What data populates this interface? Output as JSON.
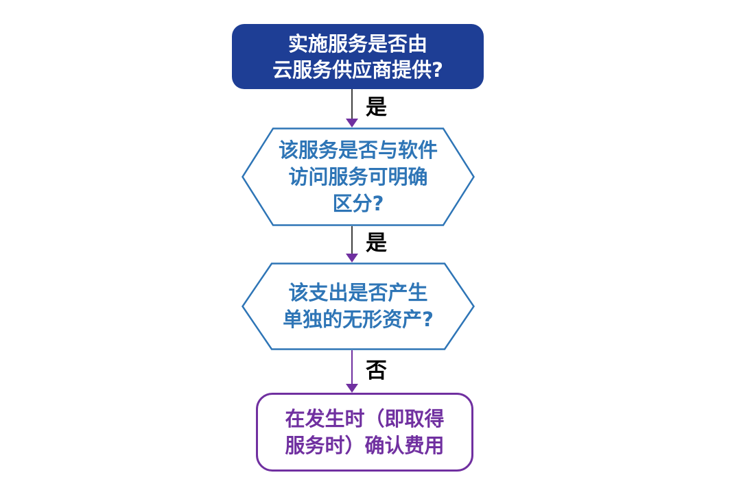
{
  "flowchart": {
    "background_color": "#ffffff",
    "label_color": "#000000",
    "accent_blue_dark": "#1e3e95",
    "accent_blue": "#2e75b6",
    "accent_purple": "#7030a0",
    "nodes": [
      {
        "id": "start",
        "shape": "rounded-rectangle",
        "fill": "#1e3e95",
        "text_color": "#ffffff",
        "lines": [
          "实施服务是否由",
          "云服务供应商提供?"
        ]
      },
      {
        "id": "question-1",
        "shape": "hexagon",
        "fill": "#ffffff",
        "border_color": "#2e75b6",
        "text_color": "#2e75b6",
        "lines": [
          "该服务是否与软件",
          "访问服务可明确",
          "区分?"
        ]
      },
      {
        "id": "question-2",
        "shape": "hexagon",
        "fill": "#ffffff",
        "border_color": "#2e75b6",
        "text_color": "#2e75b6",
        "lines": [
          "该支出是否产生",
          "单独的无形资产?"
        ]
      },
      {
        "id": "result",
        "shape": "rounded-rectangle",
        "fill": "#ffffff",
        "border_color": "#7030a0",
        "text_color": "#7030a0",
        "lines": [
          "在发生时（即取得",
          "服务时）确认费用"
        ]
      }
    ],
    "edges": [
      {
        "from": "start",
        "to": "question-1",
        "label": "是",
        "line_color": "#404040",
        "arrow_color": "#7030a0"
      },
      {
        "from": "question-1",
        "to": "question-2",
        "label": "是",
        "line_color": "#404040",
        "arrow_color": "#7030a0"
      },
      {
        "from": "question-2",
        "to": "result",
        "label": "否",
        "line_color": "#7030a0",
        "arrow_color": "#7030a0"
      }
    ]
  }
}
